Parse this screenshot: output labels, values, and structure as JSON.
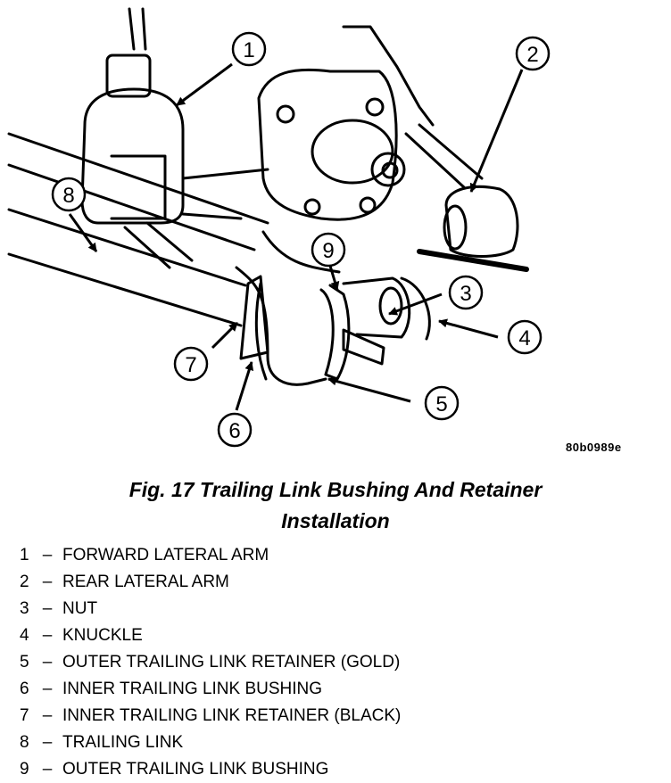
{
  "figure": {
    "callouts": [
      "1",
      "2",
      "3",
      "4",
      "5",
      "6",
      "7",
      "8",
      "9"
    ],
    "reference_code": "80b0989e"
  },
  "caption": {
    "line1": "Fig. 17 Trailing Link Bushing And Retainer",
    "line2": "Installation"
  },
  "legend": {
    "separator": "–",
    "items": [
      {
        "num": "1",
        "label": "FORWARD LATERAL ARM"
      },
      {
        "num": "2",
        "label": "REAR LATERAL ARM"
      },
      {
        "num": "3",
        "label": "NUT"
      },
      {
        "num": "4",
        "label": "KNUCKLE"
      },
      {
        "num": "5",
        "label": "OUTER TRAILING LINK RETAINER (GOLD)"
      },
      {
        "num": "6",
        "label": "INNER TRAILING LINK BUSHING"
      },
      {
        "num": "7",
        "label": "INNER TRAILING LINK RETAINER (BLACK)"
      },
      {
        "num": "8",
        "label": "TRAILING LINK"
      },
      {
        "num": "9",
        "label": "OUTER TRAILING LINK BUSHING"
      }
    ]
  }
}
